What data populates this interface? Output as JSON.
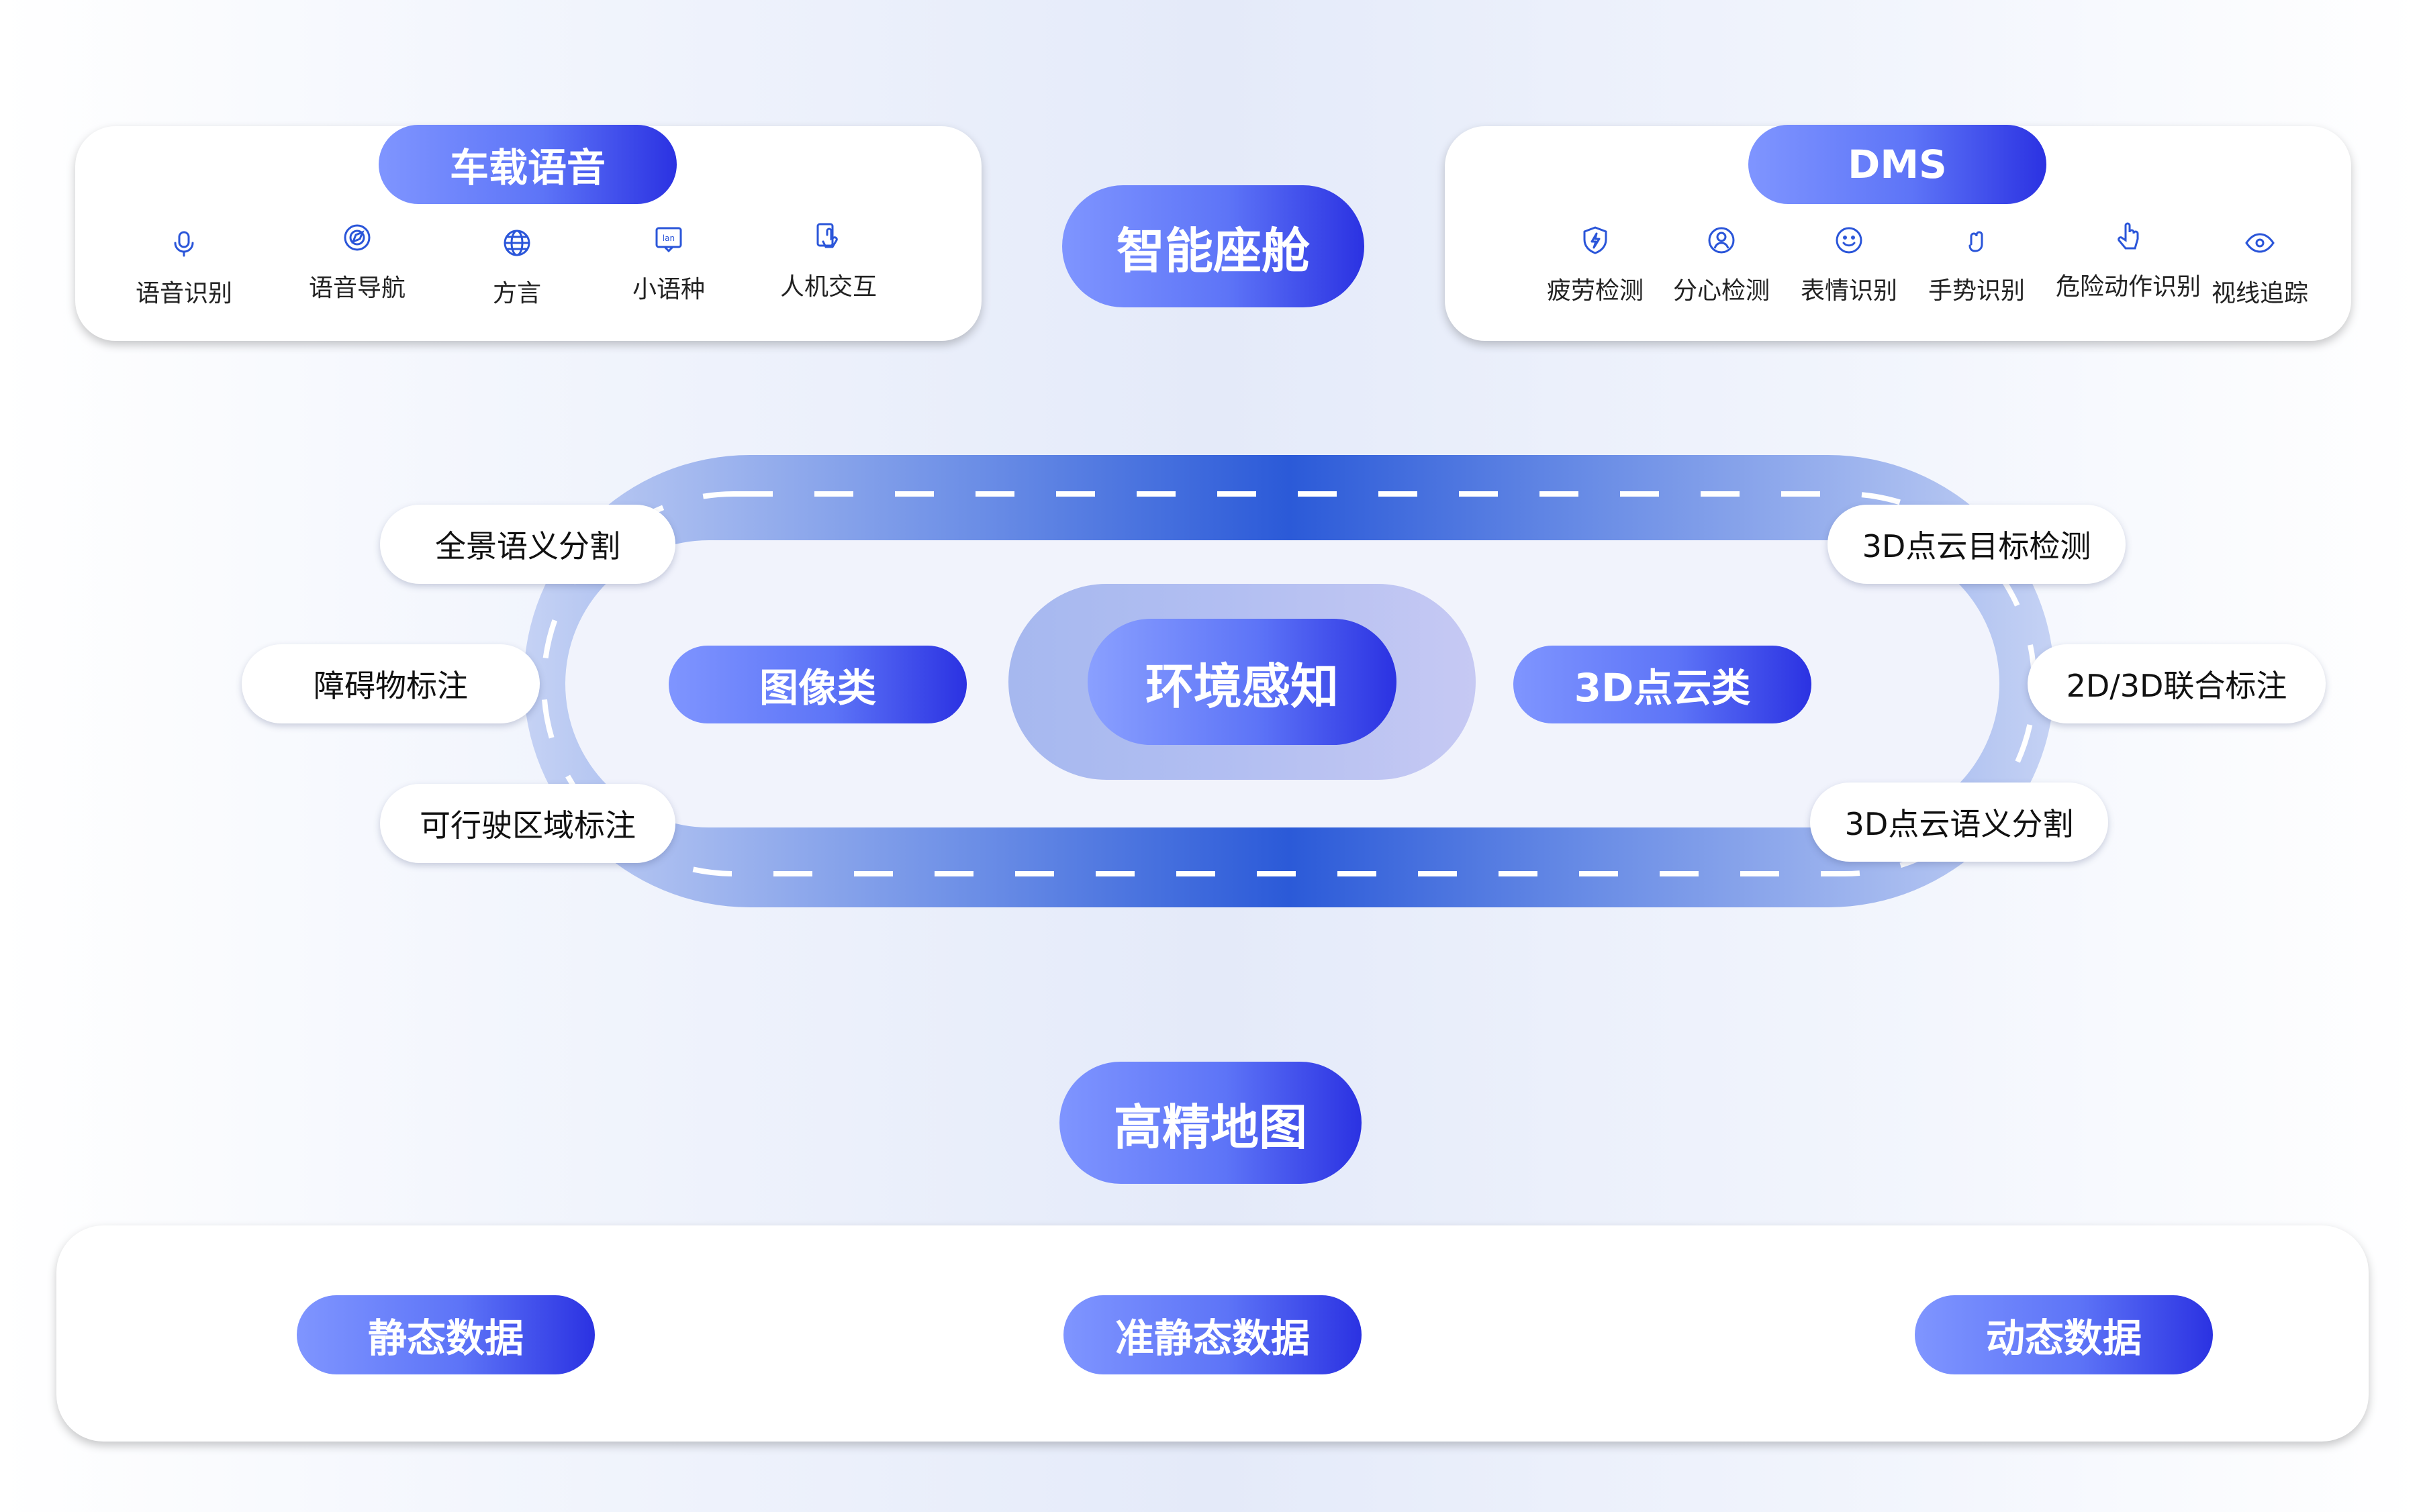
{
  "top": {
    "voice_panel": {
      "title": "车载语音",
      "items": [
        {
          "label": "语音识别",
          "icon": "microphone-icon"
        },
        {
          "label": "语音导航",
          "icon": "navigation-icon"
        },
        {
          "label": "方言",
          "icon": "globe-icon"
        },
        {
          "label": "小语种",
          "icon": "language-icon"
        },
        {
          "label": "人机交互",
          "icon": "touch-icon"
        }
      ]
    },
    "center_title": "智能座舱",
    "dms_panel": {
      "title": "DMS",
      "items": [
        {
          "label": "疲劳检测",
          "icon": "shield-bolt-icon"
        },
        {
          "label": "分心检测",
          "icon": "person-icon"
        },
        {
          "label": "表情识别",
          "icon": "smile-icon"
        },
        {
          "label": "手势识别",
          "icon": "gesture-icon"
        },
        {
          "label": "危险动作识别",
          "icon": "hand-pointer-icon"
        },
        {
          "label": "视线追踪",
          "icon": "eye-icon"
        }
      ]
    }
  },
  "perception": {
    "center_title": "环境感知",
    "left_category": "图像类",
    "right_category": "3D点云类",
    "left_chips": [
      "全景语义分割",
      "障碍物标注",
      "可行驶区域标注"
    ],
    "right_chips": [
      "3D点云目标检测",
      "2D/3D联合标注",
      "3D点云语义分割"
    ]
  },
  "map": {
    "title": "高精地图",
    "items": [
      "静态数据",
      "准静态数据",
      "动态数据"
    ]
  },
  "colors": {
    "accent": "#2b32e2",
    "accent_light": "#7f95ff",
    "icon_blue": "#2a55d9",
    "road_dark": "#2b5ad8"
  }
}
